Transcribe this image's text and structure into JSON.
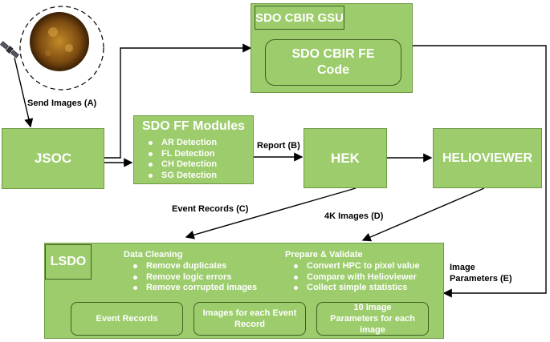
{
  "gsu": {
    "title": "SDO CBIR GSU",
    "fe_code": "SDO CBIR FE Code"
  },
  "jsoc": {
    "label": "JSOC"
  },
  "ff": {
    "title": "SDO FF Modules",
    "items": [
      "AR Detection",
      "FL Detection",
      "CH Detection",
      "SG Detection"
    ]
  },
  "hek": {
    "label": "HEK"
  },
  "helioviewer": {
    "label": "HELIOVIEWER"
  },
  "lsdo": {
    "label": "LSDO",
    "cleaning": {
      "title": "Data Cleaning",
      "items": [
        "Remove duplicates",
        "Remove logic errors",
        "Remove corrupted images"
      ]
    },
    "prepare": {
      "title": "Prepare & Validate",
      "items": [
        "Convert HPC to pixel value",
        "Compare with Helioviewer",
        "Collect simple statistics"
      ]
    },
    "boxes": [
      "Event Records",
      "Images for each Event Record",
      "10 Image Parameters for each image"
    ]
  },
  "arrows": {
    "send_images": "Send Images (A)",
    "report": "Report (B)",
    "event_records": "Event Records (C)",
    "images_4k": "4K Images (D)",
    "image_params": "Image Parameters (E)"
  },
  "colors": {
    "box_fill": "#9ccc6b",
    "box_border": "#6f9a45",
    "arrow": "#000000"
  },
  "icons": [
    "sun-icon",
    "satellite-icon"
  ]
}
